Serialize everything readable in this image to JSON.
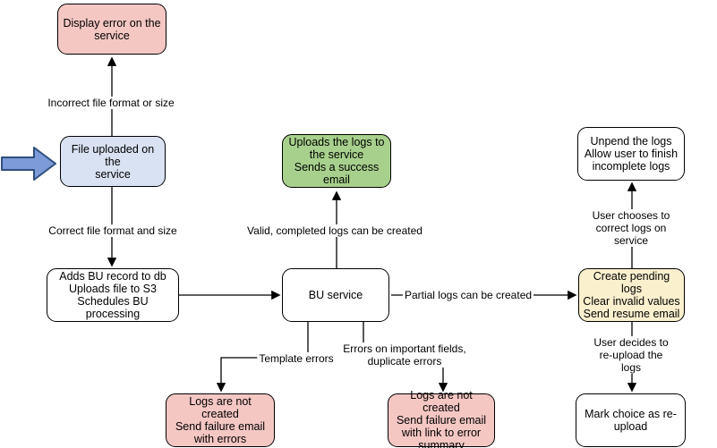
{
  "diagram": {
    "type": "flowchart",
    "background": "#FFFFFF",
    "line_color": "#000000",
    "colors": {
      "pink_fill": "#F4C7C3",
      "blue_fill": "#D9E2F3",
      "green_fill": "#A8D08D",
      "yellow_fill": "#FBF0CE",
      "white_fill": "#FFFFFF",
      "node_border": "#000000",
      "entry_arrow_fill": "#7C9BD8",
      "entry_arrow_border": "#2E4E7E"
    },
    "nodes": {
      "display_error": {
        "label": "Display error on the\nservice",
        "fill": "#F4C7C3"
      },
      "file_uploaded": {
        "label": "File uploaded on the\nservice",
        "fill": "#D9E2F3"
      },
      "adds_bu_record": {
        "label": "Adds BU record to db\nUploads file to S3\nSchedules BU processing",
        "fill": "#FFFFFF"
      },
      "upload_success": {
        "label": "Uploads the logs to\nthe service\nSends a success\nemail",
        "fill": "#A8D08D"
      },
      "bu_service": {
        "label": "BU service",
        "fill": "#FFFFFF"
      },
      "unpend_logs": {
        "label": "Unpend the logs\nAllow user to finish\nincomplete logs",
        "fill": "#FFFFFF"
      },
      "create_pending": {
        "label": "Create pending logs\nClear invalid values\nSend resume email",
        "fill": "#FBF0CE"
      },
      "logs_not_created_errors": {
        "label": "Logs are not created\nSend failure email\nwith errors",
        "fill": "#F4C7C3"
      },
      "logs_not_created_summary": {
        "label": "Logs are not created\nSend failure email\nwith link to error\nsummary",
        "fill": "#F4C7C3"
      },
      "mark_reupload": {
        "label": "Mark choice as re-\nupload",
        "fill": "#FFFFFF"
      }
    },
    "edges": {
      "incorrect_format": {
        "label": "Incorrect file format or size"
      },
      "correct_format": {
        "label": "Correct file format and size"
      },
      "valid_logs": {
        "label": "Valid, completed logs can be created"
      },
      "partial_logs": {
        "label": "Partial logs can be created"
      },
      "template_errors": {
        "label": "Template errors"
      },
      "field_errors": {
        "label": "Errors on important fields,\nduplicate errors"
      },
      "correct_on_service": {
        "label": "User chooses to correct logs on service"
      },
      "reupload": {
        "label": "User decides to re-upload the logs"
      }
    }
  }
}
